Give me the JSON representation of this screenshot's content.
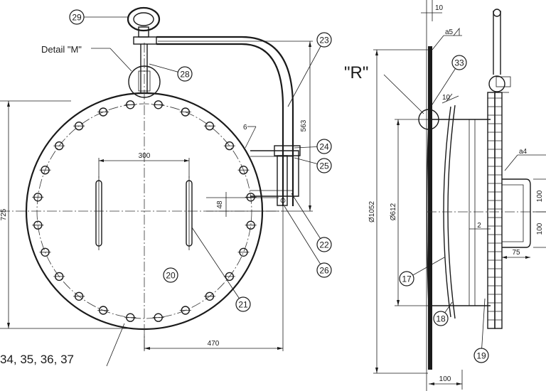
{
  "labels": {
    "detail_m": "Detail \"M\"",
    "detail_r": "\"R\"",
    "parts_list": "34, 35, 36, 37"
  },
  "callouts": [
    "29",
    "28",
    "23",
    "24",
    "25",
    "22",
    "26",
    "20",
    "21",
    "33",
    "17",
    "18",
    "19"
  ],
  "dimensions": {
    "d300": "300",
    "d563": "563",
    "d725": "725",
    "d48": "48",
    "d470": "470",
    "d1052": "Ø1052",
    "d612": "Ø612",
    "d100": "100",
    "d100b": "100",
    "d75": "75",
    "d2": "2",
    "d10": "10",
    "d10b": "10",
    "d100c": "100"
  },
  "welds": {
    "w6": "6",
    "a5": "a5",
    "a4": "a4"
  }
}
